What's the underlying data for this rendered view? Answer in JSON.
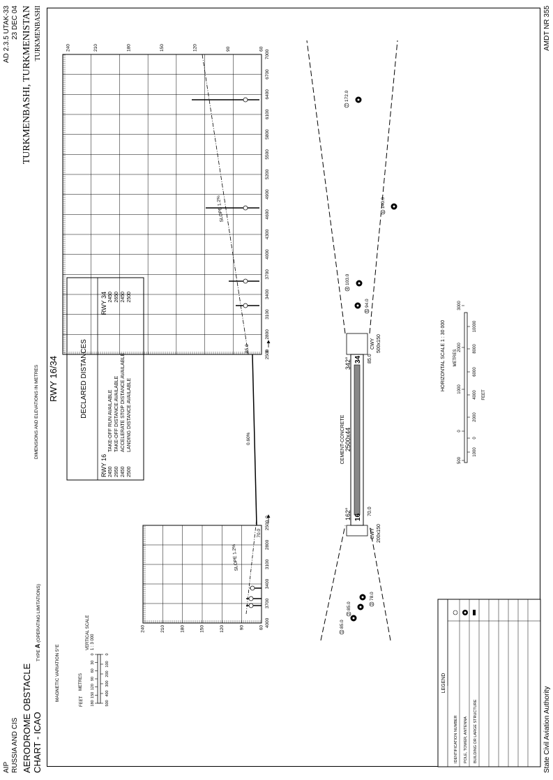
{
  "header": {
    "aip": "AIP",
    "region": "RUSSIA AND CIS",
    "chart_title_1": "AERODROME OBSTACLE",
    "chart_title_2": "CHART - ICAO",
    "type_label": "TYPE",
    "type_a": "A",
    "operating_limitations": "(OPERATING LIMITATIONS)",
    "dimensions_note": "DIMENSIONS AND ELEVATIONS IN METRES",
    "page_ref": "AD 2.3.5 UTAK-33",
    "date": "23 DEC 04",
    "location": "TURKMENBASHI, TURKMENISTAN",
    "aerodrome": "TURKMENBASHI",
    "magnetic_variation": "MAGNETIC VARIATION 5°E"
  },
  "footer": {
    "authority": "State Civil Aviation Authority",
    "amendment": "AMDT NR 355"
  },
  "runway": {
    "title": "RWY 16/34",
    "declared_title": "DECLARED DISTANCES",
    "rwy16_label": "RWY 16",
    "rwy34_label": "RWY 34",
    "rows": [
      {
        "name": "TAKE-OFF RUN AVAILABLE",
        "rwy16": "2450",
        "rwy34": "2450"
      },
      {
        "name": "TAKE-OFF DISTANCE AVAILABLE",
        "rwy16": "2950",
        "rwy34": "2650"
      },
      {
        "name": "ACCELERATE STOP DISTANCE AVAILABLE",
        "rwy16": "2450",
        "rwy34": "2450"
      },
      {
        "name": "LANDING DISTANCE AVAILABLE",
        "rwy16": "2500",
        "rwy34": "2500"
      }
    ],
    "surface": "CEMENT-CONCRETE",
    "dimensions": "2500x44",
    "heading_162": "162°",
    "heading_342": "342°",
    "thr16": "16",
    "thr34": "34",
    "elev16": "70.0",
    "elev34": "85.0",
    "cwy_label": "CWY",
    "cwy16": "200x150",
    "cwy34": "500x150",
    "profile_slope": "0.60%"
  },
  "left_profile": {
    "y_ticks": [
      "240",
      "210",
      "180",
      "150",
      "120",
      "90",
      "60"
    ],
    "x_ticks": [
      "4000",
      "3700",
      "3400",
      "3100",
      "2800",
      "2500",
      "0"
    ],
    "slope": "SLOPE 1.2%",
    "elev": "70.0"
  },
  "right_profile": {
    "y_ticks": [
      "240",
      "210",
      "180",
      "150",
      "120",
      "90",
      "60"
    ],
    "x_ticks": [
      "2500",
      "2800",
      "3100",
      "3400",
      "3700",
      "4000",
      "4300",
      "4600",
      "4900",
      "5200",
      "5500",
      "5800",
      "6100",
      "6400",
      "6700",
      "7000"
    ],
    "zero": "0",
    "slope": "SLOPE 1.2%",
    "elev": "85.0"
  },
  "obstacles": {
    "o1": "1",
    "o1_elev": "85.0",
    "o2": "2",
    "o2_elev": "85.0",
    "o3": "3",
    "o3_elev": "78.0",
    "o4": "4",
    "o4_elev": "103.0",
    "o5": "5",
    "o5_elev": "94.0",
    "o6": "6",
    "o6_elev": "140.0",
    "o7": "7",
    "o7_elev": "172.0"
  },
  "vertical_scale": {
    "metres": "METRES",
    "feet": "FEET",
    "metre_ticks": [
      "180",
      "150",
      "120",
      "90",
      "60",
      "30",
      "0"
    ],
    "feet_ticks": [
      "500",
      "400",
      "300",
      "200",
      "100",
      "0"
    ],
    "label": "VERTICAL SCALE",
    "ratio": "1 : 3 000"
  },
  "horizontal_scale": {
    "title": "HORIZONTAL SCALE 1 : 30 000",
    "metres": "METRES",
    "feet": "FEET",
    "metre_ticks": [
      "500",
      "0",
      "1000",
      "2000",
      "3000"
    ],
    "feet_ticks": [
      "1000",
      "0",
      "2000",
      "4000",
      "6000",
      "8000",
      "10000"
    ]
  },
  "legend": {
    "title": "LEGEND",
    "items": [
      {
        "label": "IDENTIFICATION NUMBER",
        "symbol": "circled-number-icon"
      },
      {
        "label": "POLE, TOWER, ANTENNA",
        "symbol": "pole-tower-icon"
      },
      {
        "label": "BUILDING OR LARGE STRUCTURE",
        "symbol": "building-icon"
      }
    ]
  }
}
